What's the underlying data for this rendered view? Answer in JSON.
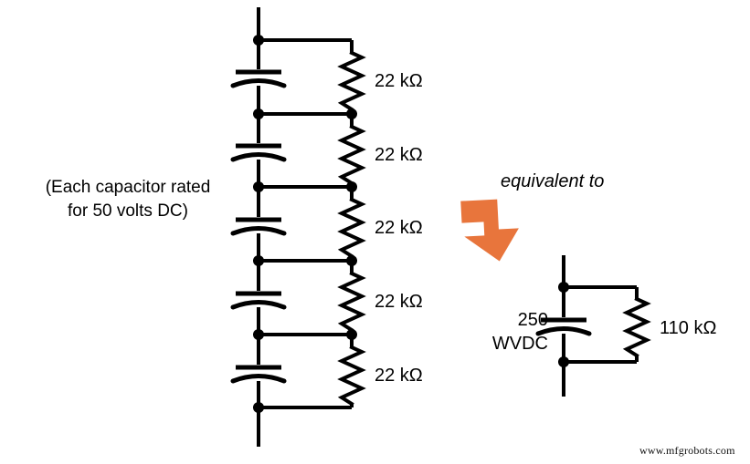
{
  "diagram": {
    "title_note": "(Each capacitor rated\nfor 50 volts DC)",
    "equivalent_label": "equivalent to",
    "arrow_color": "#E8753C",
    "wire_color": "#000000",
    "background": "#ffffff",
    "watermark": "www.mfgrobots.com"
  },
  "ladder": {
    "resistor_labels": [
      "22 kΩ",
      "22 kΩ",
      "22 kΩ",
      "22 kΩ",
      "22 kΩ"
    ],
    "capacitor_count": 5,
    "node_count": 6,
    "capacitor_rating": "50 volts DC"
  },
  "equivalent": {
    "capacitor_label": "250\nWVDC",
    "capacitor_label_line1": "250",
    "capacitor_label_line2": "WVDC",
    "resistor_label": "110 kΩ"
  }
}
